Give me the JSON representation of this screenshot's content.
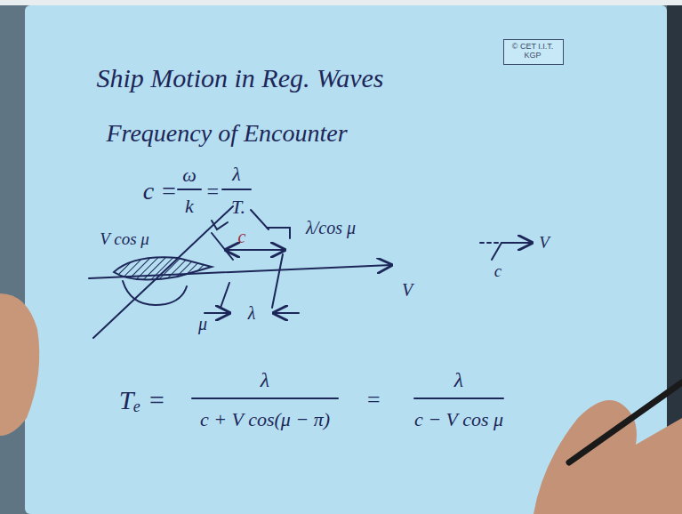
{
  "diagram": {
    "title": "Ship Motion in Reg. Waves",
    "nodes": [
      {
        "text": [
          "© CET I.I.T. KGP"
        ]
      }
    ],
    "labels": [
      "Frequency of Encounter",
      "c =",
      "ω",
      "k",
      "=",
      "λ",
      "T.",
      "V cos μ",
      "c",
      "λ/cos μ",
      "V",
      "μ",
      "λ",
      "V",
      "c",
      "Tₑ =",
      "λ",
      "c + V cos(μ − π)",
      "=",
      "λ",
      "c − V cos μ"
    ]
  }
}
